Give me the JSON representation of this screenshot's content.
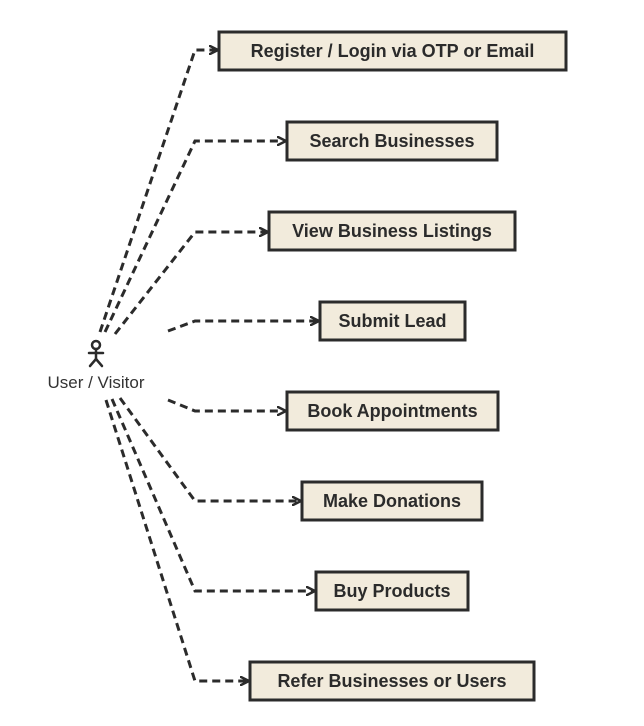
{
  "colors": {
    "box_fill": "#f2ebdc",
    "box_stroke": "#2b2b2b",
    "line": "#2b2b2b",
    "text": "#2b2b2b"
  },
  "actor": {
    "label": "User / Visitor",
    "icon": "stick-figure-icon"
  },
  "use_cases": [
    {
      "id": "register",
      "label": "Register / Login via OTP or Email"
    },
    {
      "id": "search",
      "label": "Search Businesses"
    },
    {
      "id": "view-listings",
      "label": "View Business Listings"
    },
    {
      "id": "submit-lead",
      "label": "Submit Lead"
    },
    {
      "id": "book-appointments",
      "label": "Book Appointments"
    },
    {
      "id": "make-donations",
      "label": "Make Donations"
    },
    {
      "id": "buy-products",
      "label": "Buy Products"
    },
    {
      "id": "refer",
      "label": "Refer Businesses or Users"
    }
  ]
}
